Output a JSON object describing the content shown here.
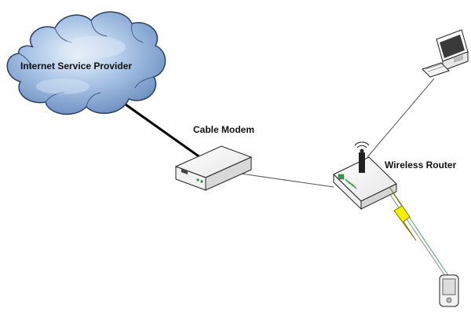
{
  "diagram": {
    "nodes": {
      "isp": {
        "label": "Internet Service Provider",
        "icon": "cloud-icon"
      },
      "modem": {
        "label": "Cable Modem",
        "icon": "cable-modem-icon"
      },
      "router": {
        "label": "Wireless Router",
        "icon": "wireless-router-icon"
      },
      "computer": {
        "label": "",
        "icon": "desktop-computer-icon"
      },
      "handheld": {
        "label": "",
        "icon": "pda-icon"
      }
    },
    "links": [
      {
        "from": "isp",
        "to": "modem",
        "kind": "wired"
      },
      {
        "from": "modem",
        "to": "router",
        "kind": "wired"
      },
      {
        "from": "router",
        "to": "computer",
        "kind": "wired"
      },
      {
        "from": "router",
        "to": "handheld",
        "kind": "wireless"
      }
    ],
    "colors": {
      "cloud_fill": "#8fb0d8",
      "cloud_stroke": "#2b3f66",
      "device_fill": "#ffffff",
      "device_stroke": "#222222",
      "lightning_fill": "#f5f000",
      "wireless_line": "#48a068"
    }
  }
}
